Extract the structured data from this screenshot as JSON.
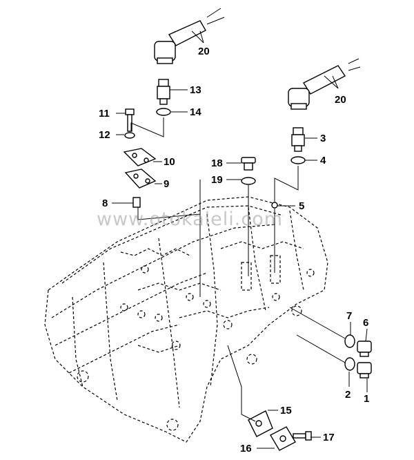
{
  "watermark": "www.otokaleli.com",
  "callouts": [
    {
      "id": "20a",
      "label": "20"
    },
    {
      "id": "13",
      "label": "13"
    },
    {
      "id": "14",
      "label": "14"
    },
    {
      "id": "11",
      "label": "11"
    },
    {
      "id": "12",
      "label": "12"
    },
    {
      "id": "10",
      "label": "10"
    },
    {
      "id": "9",
      "label": "9"
    },
    {
      "id": "8",
      "label": "8"
    },
    {
      "id": "20b",
      "label": "20"
    },
    {
      "id": "3",
      "label": "3"
    },
    {
      "id": "4",
      "label": "4"
    },
    {
      "id": "5",
      "label": "5"
    },
    {
      "id": "18",
      "label": "18"
    },
    {
      "id": "19",
      "label": "19"
    },
    {
      "id": "7",
      "label": "7"
    },
    {
      "id": "6",
      "label": "6"
    },
    {
      "id": "2",
      "label": "2"
    },
    {
      "id": "1",
      "label": "1"
    },
    {
      "id": "15",
      "label": "15"
    },
    {
      "id": "16",
      "label": "16"
    },
    {
      "id": "17",
      "label": "17"
    }
  ]
}
